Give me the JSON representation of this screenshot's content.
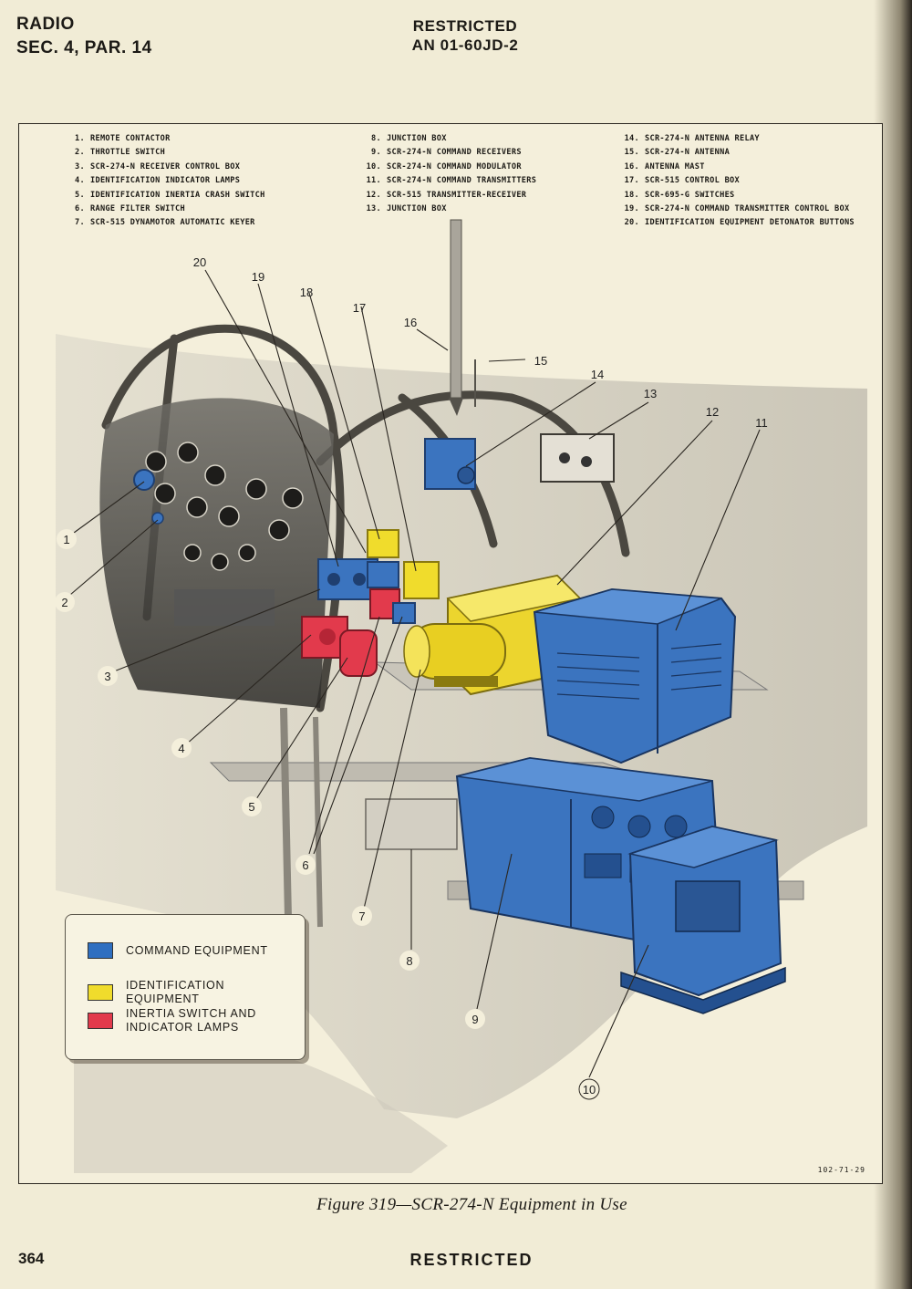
{
  "header": {
    "section": "RADIO",
    "paragraph": "SEC. 4, PAR. 14",
    "restricted": "RESTRICTED",
    "document_number": "AN 01-60JD-2"
  },
  "parts_legend": {
    "column1": [
      {
        "num": "1.",
        "label": "REMOTE CONTACTOR"
      },
      {
        "num": "2.",
        "label": "THROTTLE SWITCH"
      },
      {
        "num": "3.",
        "label": "SCR-274-N RECEIVER CONTROL BOX"
      },
      {
        "num": "4.",
        "label": "IDENTIFICATION INDICATOR LAMPS"
      },
      {
        "num": "5.",
        "label": "IDENTIFICATION INERTIA CRASH SWITCH"
      },
      {
        "num": "6.",
        "label": "RANGE FILTER SWITCH"
      },
      {
        "num": "7.",
        "label": "SCR-515 DYNAMOTOR AUTOMATIC KEYER"
      }
    ],
    "column2": [
      {
        "num": "8.",
        "label": "JUNCTION BOX"
      },
      {
        "num": "9.",
        "label": "SCR-274-N COMMAND RECEIVERS"
      },
      {
        "num": "10.",
        "label": "SCR-274-N COMMAND MODULATOR"
      },
      {
        "num": "11.",
        "label": "SCR-274-N COMMAND TRANSMITTERS"
      },
      {
        "num": "12.",
        "label": "SCR-515 TRANSMITTER-RECEIVER"
      },
      {
        "num": "13.",
        "label": "JUNCTION BOX"
      }
    ],
    "column3": [
      {
        "num": "14.",
        "label": "SCR-274-N ANTENNA RELAY"
      },
      {
        "num": "15.",
        "label": "SCR-274-N ANTENNA"
      },
      {
        "num": "16.",
        "label": "ANTENNA MAST"
      },
      {
        "num": "17.",
        "label": "SCR-515 CONTROL BOX"
      },
      {
        "num": "18.",
        "label": "SCR-695-G SWITCHES"
      },
      {
        "num": "19.",
        "label": "SCR-274-N COMMAND TRANSMITTER CONTROL BOX"
      },
      {
        "num": "20.",
        "label": "IDENTIFICATION EQUIPMENT DETONATOR BUTTONS"
      }
    ]
  },
  "callouts": [
    "1",
    "2",
    "3",
    "4",
    "5",
    "6",
    "7",
    "8",
    "9",
    "10",
    "11",
    "12",
    "13",
    "14",
    "15",
    "16",
    "17",
    "18",
    "19",
    "20"
  ],
  "color_key": [
    {
      "label": "COMMAND EQUIPMENT",
      "color": "#2f6fc0"
    },
    {
      "label": "IDENTIFICATION EQUIPMENT",
      "color": "#f0dc2c"
    },
    {
      "label": "INERTIA SWITCH AND INDICATOR LAMPS",
      "color": "#e23a4c"
    }
  ],
  "plate_number": "102-71-29",
  "caption": "Figure 319—SCR-274-N Equipment in Use",
  "footer": {
    "page_number": "364",
    "restricted": "RESTRICTED"
  }
}
